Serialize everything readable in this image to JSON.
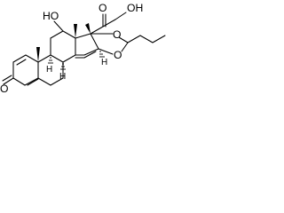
{
  "molecule": {
    "atoms": {
      "carbonyl_o": "O",
      "oh_11": "HO",
      "oh_21": "OH",
      "acetal_o1": "O",
      "acetal_o2": "O",
      "ketone_o": "O"
    },
    "stereo_h": {
      "h8": "H",
      "h9": "H",
      "h16": "H"
    }
  }
}
